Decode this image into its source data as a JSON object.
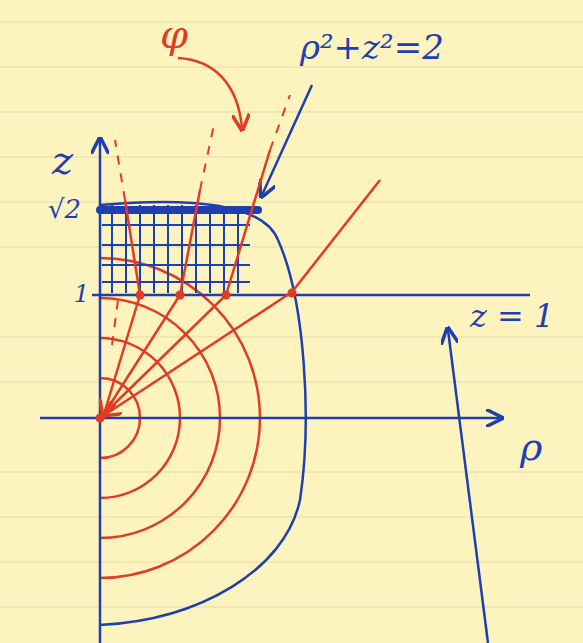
{
  "diagram": {
    "labels": [
      "φ",
      "ρ²+z²=2",
      "z",
      "√2",
      "1",
      "z = 1",
      "ρ"
    ]
  }
}
